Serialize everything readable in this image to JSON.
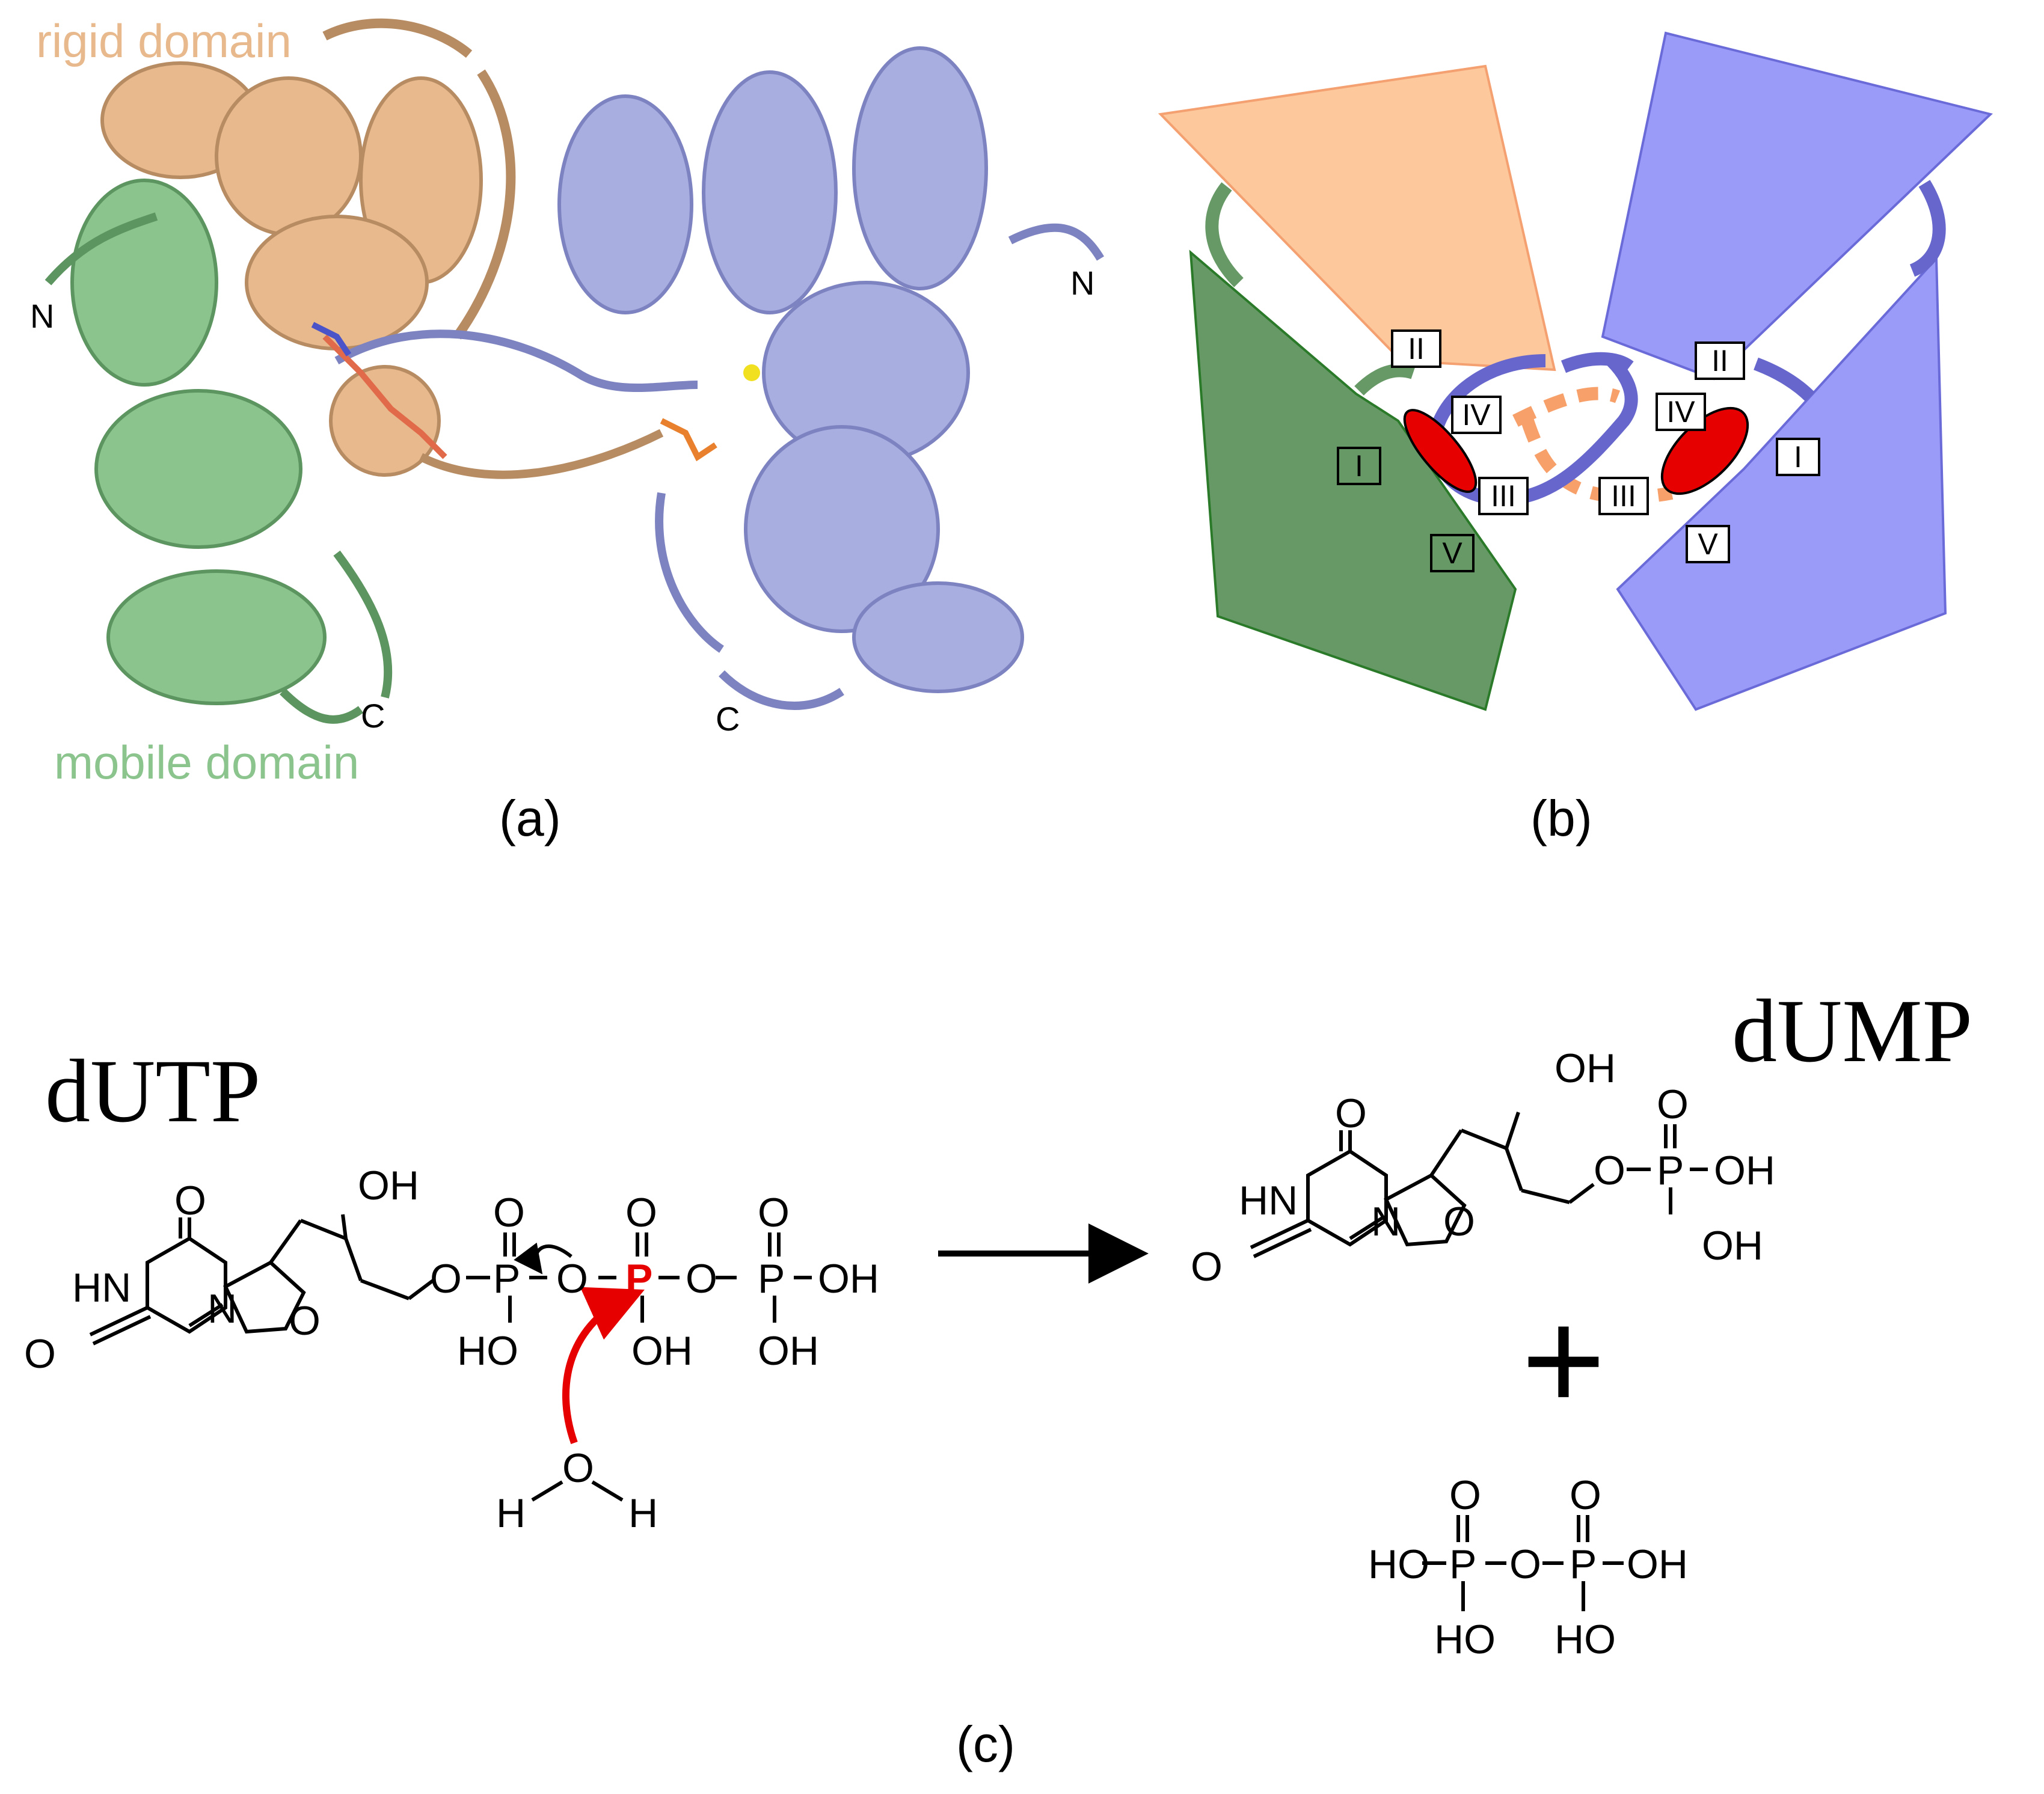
{
  "panel_a": {
    "label": "(a)",
    "rigid_domain_label": "rigid domain",
    "mobile_domain_label": "mobile domain",
    "termini": {
      "n_left": "N",
      "n_right": "N",
      "c_left": "C",
      "c_right": "C"
    },
    "colors": {
      "rigid": "#e8b98c",
      "mobile": "#8cc48e",
      "partner": "#a8aee0"
    }
  },
  "panel_b": {
    "label": "(b)",
    "motifs": {
      "I": "I",
      "II": "II",
      "III": "III",
      "IV": "IV",
      "V": "V"
    },
    "colors": {
      "rigid_orange": "#fcc89c",
      "mobile_green": "#679966",
      "partner_blue": "#9a9af8",
      "loop_blue": "#6666cc",
      "dashed_orange": "#f7a06a",
      "active_site_red": "#e60000"
    }
  },
  "panel_c": {
    "label": "(c)",
    "dutp_title": "dUTP",
    "dump_title": "dUMP",
    "plus": "+",
    "atoms": {
      "O": "O",
      "HN": "HN",
      "N": "N",
      "OH": "OH",
      "HO": "HO",
      "P": "P",
      "H": "H"
    },
    "colors": {
      "attacked_phosphorus": "#e60000",
      "attack_arrow": "#e60000"
    }
  }
}
